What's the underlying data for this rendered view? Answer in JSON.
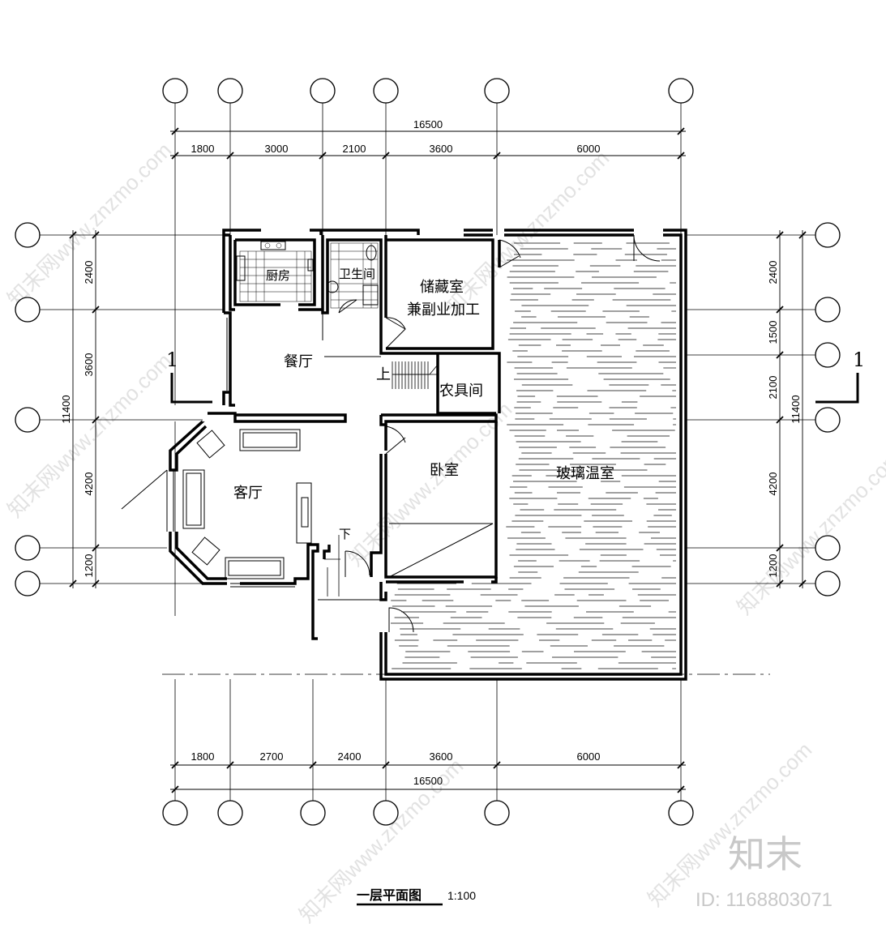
{
  "plan": {
    "title": "一层平面图",
    "scale": "1:100",
    "rooms": {
      "kitchen": "厨房",
      "bathroom": "卫生间",
      "storage_line1": "储藏室",
      "storage_line2": "兼副业加工",
      "dining": "餐厅",
      "tool_room": "农具间",
      "living": "客厅",
      "bedroom": "卧室",
      "greenhouse": "玻璃温室"
    },
    "stair_up": "上",
    "stair_down": "下",
    "section_marker": "1",
    "dimensions": {
      "top_total": "16500",
      "top_segments": [
        "1800",
        "3000",
        "2100",
        "3600",
        "6000"
      ],
      "bottom_total": "16500",
      "bottom_segments": [
        "1800",
        "2700",
        "2400",
        "3600",
        "6000"
      ],
      "left_total": "11400",
      "left_segments": [
        "2400",
        "3600",
        "4200",
        "1200"
      ],
      "right_total": "11400",
      "right_segments": [
        "2400",
        "1500",
        "2100",
        "4200",
        "1200"
      ]
    }
  },
  "watermark": {
    "brand": "知末",
    "id": "ID: 1168803071",
    "diagonal": "知末网www.znzmo.com"
  }
}
